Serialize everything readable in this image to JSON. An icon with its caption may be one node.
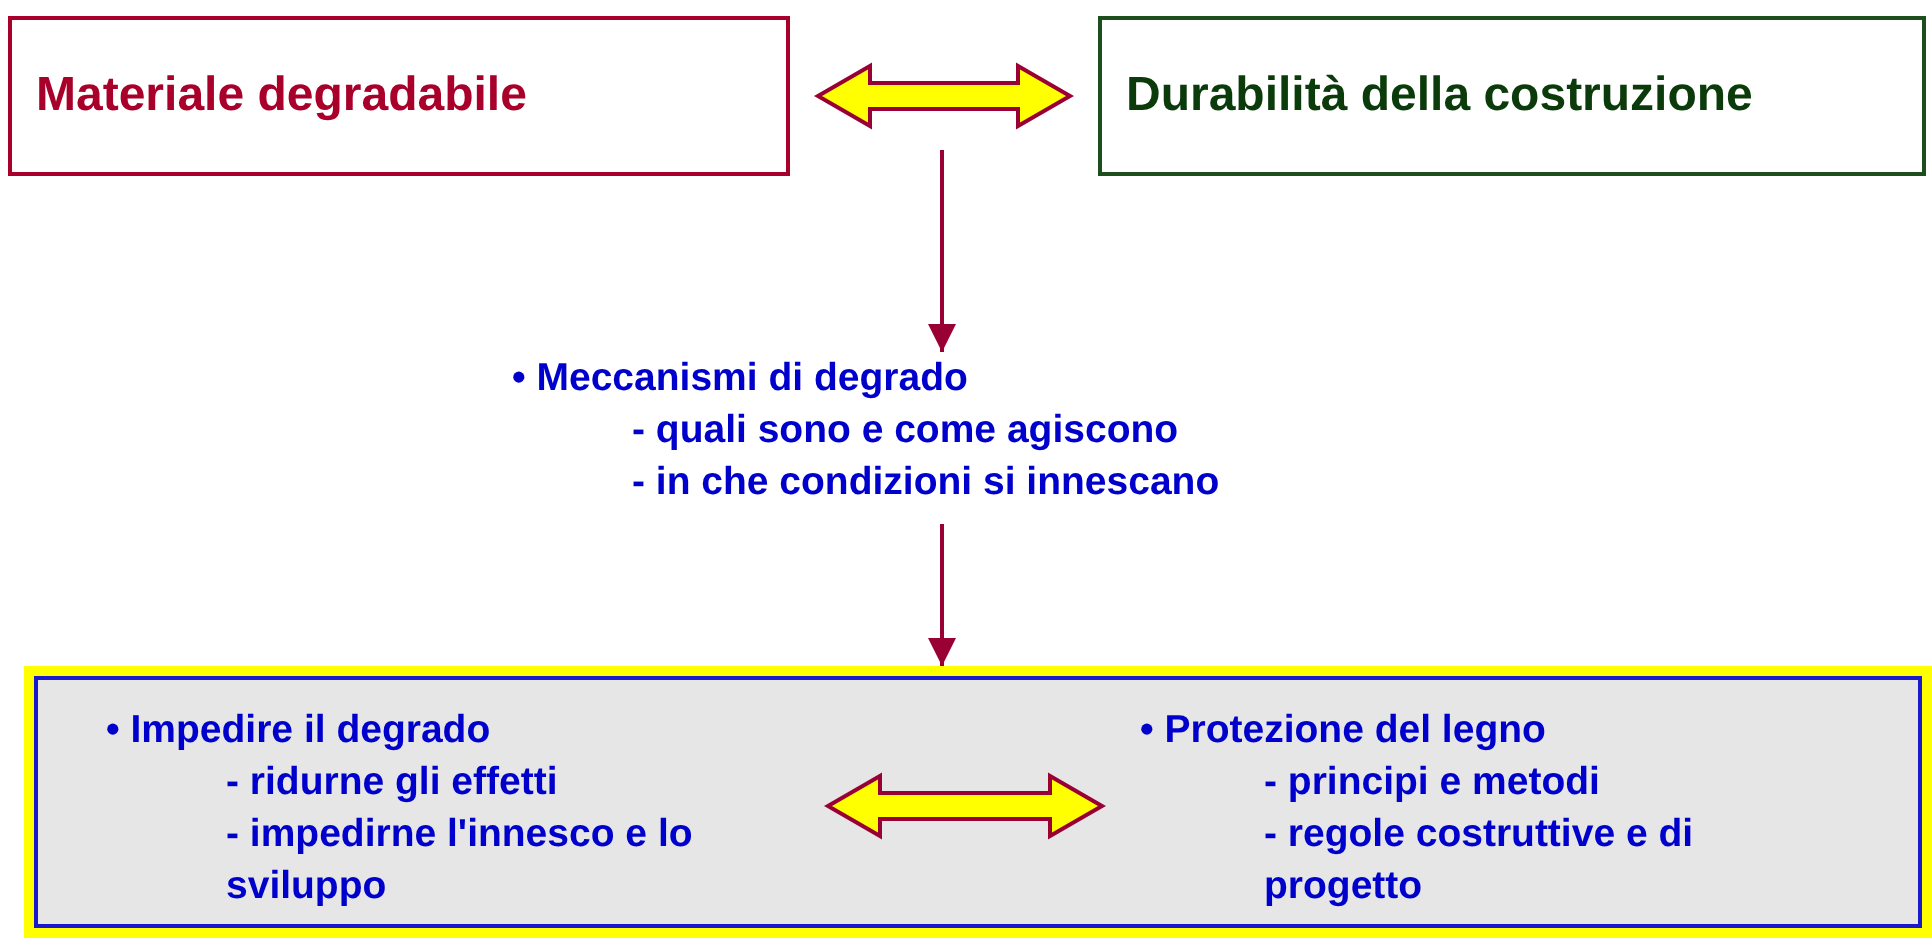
{
  "diagram": {
    "nodes": [
      {
        "text": [
          "Materiale degradabile"
        ]
      },
      {
        "text": [
          "Durabilità della costruzione"
        ]
      },
      {
        "text": [
          "• Meccanismi di degrado",
          "- quali sono e come agiscono",
          "- in che condizioni si innescano"
        ]
      },
      {
        "text": [],
        "shape": "box"
      },
      {
        "text": [
          "• Impedire il degrado",
          "- ridurne gli effetti",
          "- impedirne l'innesco e lo sviluppo"
        ],
        "in": 3
      },
      {
        "text": [
          "• Protezione del legno",
          "- principi e metodi",
          "- regole costruttive e di progetto"
        ],
        "in": 3
      }
    ],
    "edges": [
      {
        "from": 0,
        "to": 1,
        "arrow": "both",
        "style": "thick",
        "color": "#ffff00"
      },
      {
        "from": null,
        "to": 2,
        "arrow": "to"
      },
      {
        "from": 2,
        "to": 3,
        "arrow": "to"
      },
      {
        "from": 4,
        "to": 5,
        "arrow": "both",
        "style": "thick",
        "color": "#ffff00"
      }
    ]
  }
}
